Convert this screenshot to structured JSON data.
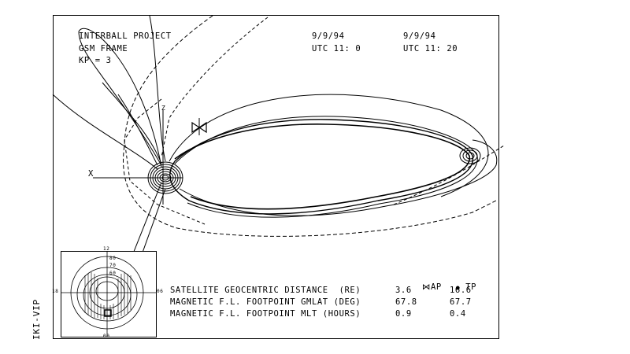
{
  "header": {
    "project": "INTERBALL PROJECT",
    "frame": "GSM FRAME",
    "kp": "KP = 3"
  },
  "times": [
    {
      "date": "9/9/94",
      "utc": "UTC 11: 0"
    },
    {
      "date": "9/9/94",
      "utc": "UTC 11: 20"
    }
  ],
  "axes": {
    "x": "X",
    "z": "Z"
  },
  "table": {
    "col_ap": "AP",
    "col_tp": "TP",
    "rows": [
      {
        "label": "SATELLITE GEOCENTRIC DISTANCE  (RE)",
        "ap": "3.6",
        "tp": "16.6"
      },
      {
        "label": "MAGNETIC F.L. FOOTPOINT GMLAT (DEG)",
        "ap": "67.8",
        "tp": "67.7"
      },
      {
        "label": "MAGNETIC F.L. FOOTPOINT MLT (HOURS)",
        "ap": "0.9",
        "tp": "0.4"
      }
    ]
  },
  "inset": {
    "top_label": "12",
    "left_label": "18",
    "right_label": "06",
    "bottom_label": "00",
    "ring_labels": [
      "80",
      "70",
      "60"
    ]
  },
  "side_label": "IKI-VIP"
}
